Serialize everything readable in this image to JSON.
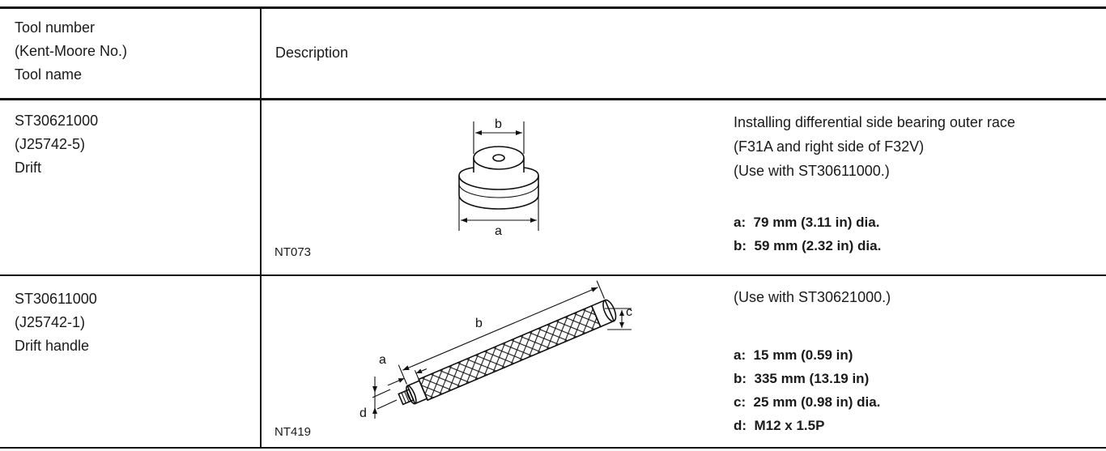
{
  "header": {
    "tool_col": "Tool number\n(Kent-Moore No.)\nTool name",
    "desc_col": "Description"
  },
  "rows": [
    {
      "tool": "ST30621000\n(J25742-5)\nDrift",
      "figure_code": "NT073",
      "description": "Installing differential side bearing outer race\n(F31A and right side of F32V)\n(Use with ST30611000.)",
      "specs": "a:  79 mm (3.11 in) dia.\nb:  59 mm (2.32 in) dia.",
      "dim_labels": {
        "a": "a",
        "b": "b"
      }
    },
    {
      "tool": "ST30611000\n(J25742-1)\nDrift handle",
      "figure_code": "NT419",
      "description": "(Use with ST30621000.)",
      "specs": "a:  15 mm (0.59 in)\nb:  335 mm (13.19 in)\nc:  25 mm (0.98 in) dia.\nd:  M12 x 1.5P",
      "dim_labels": {
        "a": "a",
        "b": "b",
        "c": "c",
        "d": "d"
      }
    }
  ]
}
